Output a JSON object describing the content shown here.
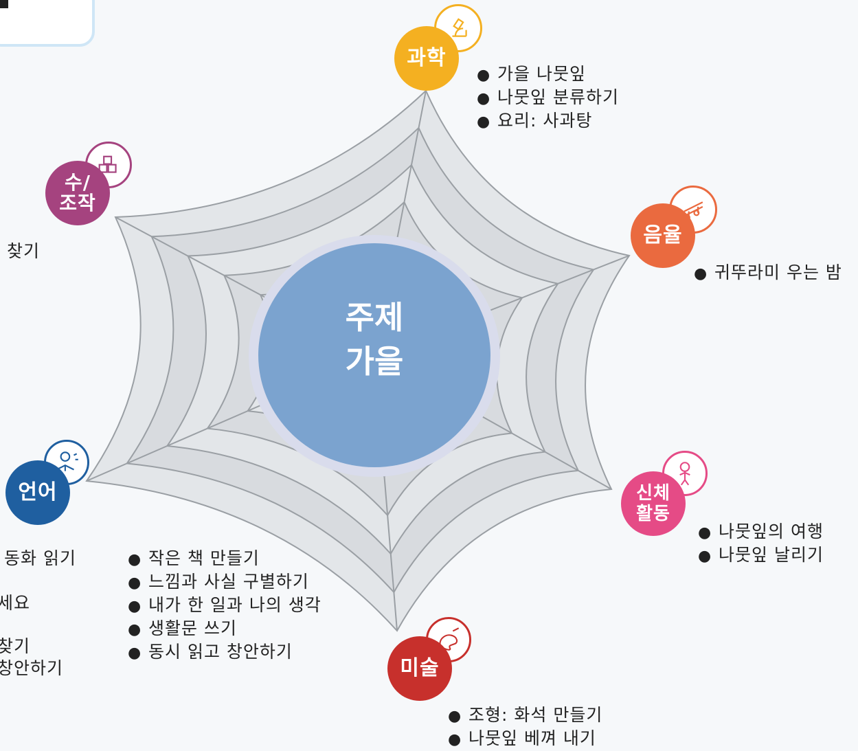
{
  "center": {
    "line1": "주제",
    "line2": "가을"
  },
  "areas": {
    "science": {
      "label": "과학",
      "color": "#f4b021",
      "icon": "microscope-icon",
      "items": [
        "가을 나뭇잎",
        "나뭇잎 분류하기",
        "요리: 사과탕"
      ]
    },
    "music": {
      "label": "음율",
      "color": "#ea6a3f",
      "icon": "music-notes-icon",
      "items": [
        "귀뚜라미 우는 밤"
      ]
    },
    "physical": {
      "label_line1": "신체",
      "label_line2": "활동",
      "color": "#e54b86",
      "icon": "child-icon",
      "items": [
        "나뭇잎의 여행",
        "나뭇잎 날리기"
      ]
    },
    "art": {
      "label": "미술",
      "color": "#c7302c",
      "icon": "palette-icon",
      "items": [
        "조형: 화석 만들기",
        "나뭇잎 베껴 내기"
      ]
    },
    "language": {
      "label": "언어",
      "color": "#1f5fa0",
      "icon": "reading-child-icon",
      "items": [
        "작은 책 만들기",
        "느낌과 사실 구별하기",
        "내가 한 일과 나의 생각",
        "생활문 쓰기",
        "동시 읽고 창안하기"
      ],
      "cut_items": [
        "동화 읽기",
        "세요",
        "찾기",
        "창안하기"
      ]
    },
    "math": {
      "label_line1": "수/",
      "label_line2": "조작",
      "color": "#a5437f",
      "icon": "blocks-icon",
      "cut_items": [
        "찾기"
      ]
    }
  }
}
